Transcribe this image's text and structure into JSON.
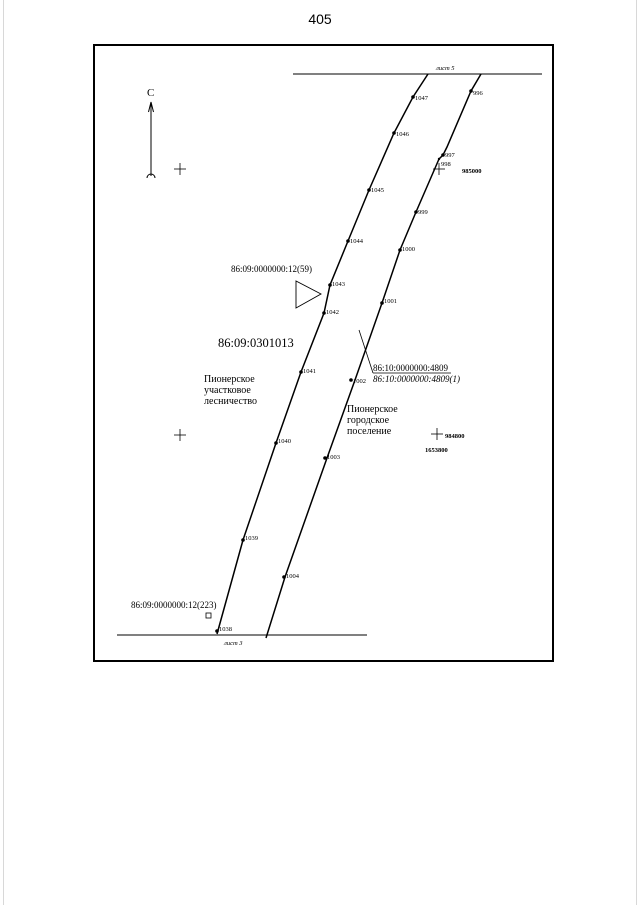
{
  "page_number": "405",
  "sheet_top": "лист 5",
  "sheet_bottom": "лист 3",
  "north_label": "С",
  "quarter": "86:09:0301013",
  "parcels": {
    "p59": "86:09:0000000:12(59)",
    "p223": "86:09:0000000:12(223)",
    "p4809": "86:10:0000000:4809",
    "p4809_1": "86:10:0000000:4809(1)"
  },
  "areas": {
    "forestry": [
      "Пионерское",
      "участковое",
      "лесничество"
    ],
    "settlement": [
      "Пионерское",
      "городское",
      "поселение"
    ]
  },
  "grid": {
    "y_985000": "985000",
    "y_984800": "984800",
    "x_1653800": "1653800"
  },
  "points_left": [
    "1047",
    "1046",
    "1045",
    "1044",
    "1043",
    "1042",
    "1041",
    "1040",
    "1039",
    "1038"
  ],
  "points_right": [
    "996",
    "997",
    "998",
    "999",
    "1000",
    "1001",
    "1002",
    "1003",
    "1004"
  ],
  "colors": {
    "ink": "#000000",
    "paper": "#ffffff"
  }
}
